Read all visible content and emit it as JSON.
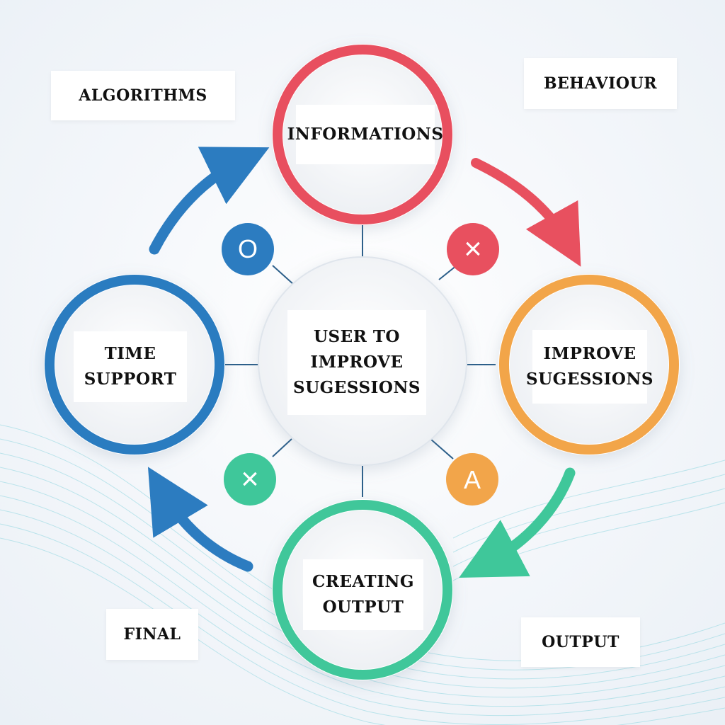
{
  "center": {
    "text": "USER TO\nIMPROVE\nSUGESSIONS"
  },
  "nodes": {
    "top": {
      "text": "INFORMATIONS",
      "color": "#e8505f"
    },
    "right": {
      "text": "IMPROVE\nSUGESSIONS",
      "color": "#f2a54a"
    },
    "bottom": {
      "text": "CREATING\nOUTPUT",
      "color": "#3fc79a"
    },
    "left": {
      "text": "TIME\nSUPPORT",
      "color": "#2c7cc0"
    }
  },
  "badges": {
    "top_left": {
      "glyph": "O",
      "color": "#2c7cc0"
    },
    "top_right": {
      "glyph": "×",
      "color": "#e8505f"
    },
    "bottom_left": {
      "glyph": "×",
      "color": "#3fc79a"
    },
    "bottom_right": {
      "glyph": "A",
      "color": "#f2a54a"
    }
  },
  "corners": {
    "top_left": "ALGORITHMS",
    "top_right": "BEHAVIOUR",
    "bottom_left": "FINAL",
    "bottom_right": "OUTPUT"
  },
  "icons": {
    "arrow_top_right": "curved-arrow-icon",
    "arrow_bottom_right": "curved-arrow-icon",
    "arrow_bottom_left": "curved-arrow-icon",
    "arrow_top_left": "curved-arrow-icon"
  }
}
